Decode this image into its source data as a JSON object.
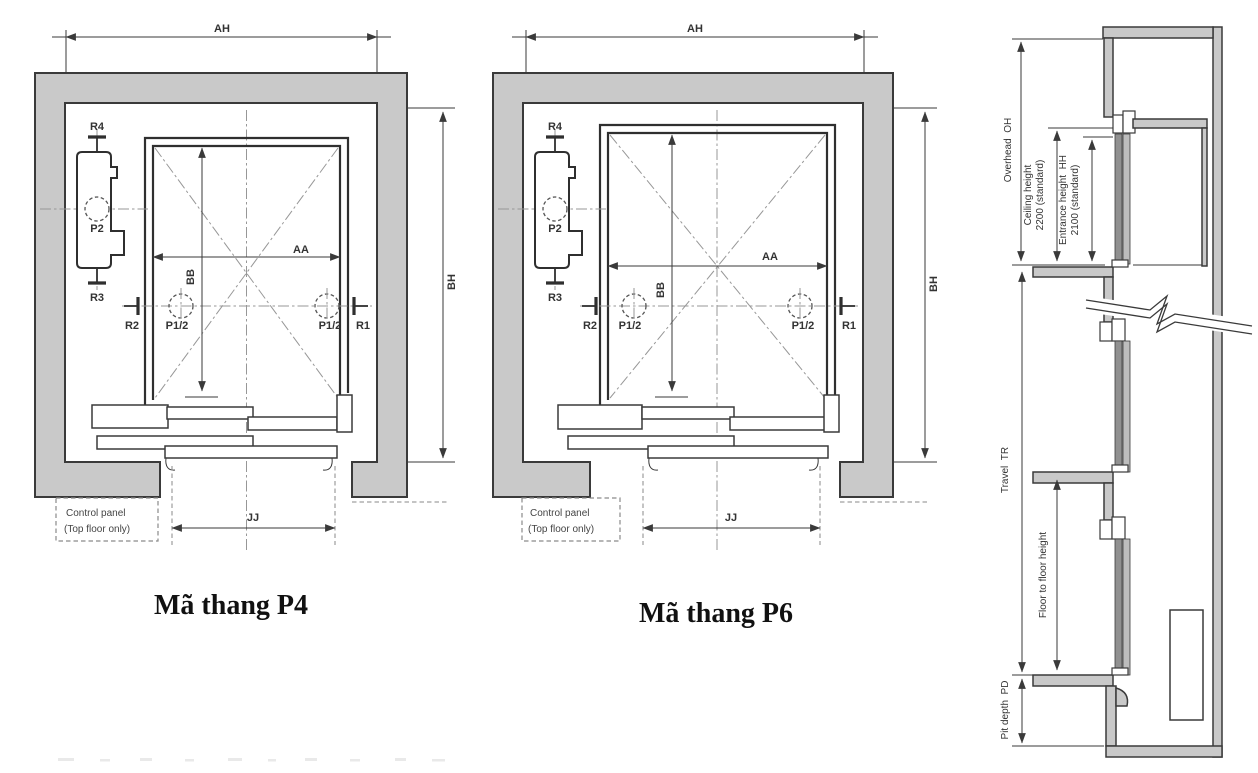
{
  "drawing": {
    "kind": "elevator shaft layout drawing",
    "colors": {
      "wall_fill": "#c9c9c9",
      "line": "#3a3a3a",
      "door_panel_dark": "#909090",
      "door_panel_light": "#bdbdbd",
      "background": "#ffffff"
    }
  },
  "plans": [
    {
      "title": "Mã thang P4",
      "dim_ah": "AH",
      "dim_bh": "BH",
      "dim_aa": "AA",
      "dim_bb": "BB",
      "dim_jj": "JJ",
      "rail_r4": "R4",
      "rail_r3": "R3",
      "rail_r2": "R2",
      "rail_r1": "R1",
      "cw_label": "P2",
      "load_left": "P1/2",
      "load_right": "P1/2",
      "cp_line1": "Control panel",
      "cp_line2": "(Top floor only)"
    },
    {
      "title": "Mã thang P6",
      "dim_ah": "AH",
      "dim_bh": "BH",
      "dim_aa": "AA",
      "dim_bb": "BB",
      "dim_jj": "JJ",
      "rail_r4": "R4",
      "rail_r3": "R3",
      "rail_r2": "R2",
      "rail_r1": "R1",
      "cw_label": "P2",
      "load_left": "P1/2",
      "load_right": "P1/2",
      "cp_line1": "Control panel",
      "cp_line2": "(Top floor only)"
    }
  ],
  "section": {
    "overhead": "Overhead  OH",
    "ceiling_l1": "Ceiling height",
    "ceiling_l2": "2200 (standard)",
    "entrance_l1": "Entrance height  HH",
    "entrance_l2": "2100 (standard)",
    "travel": "Travel  TR",
    "floor_to_floor": "Floor to floor height",
    "pit": "Pit depth  PD"
  }
}
